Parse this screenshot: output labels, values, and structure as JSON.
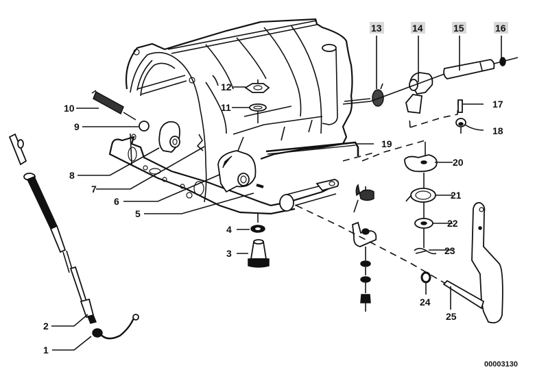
{
  "diagram": {
    "title": "Transmission gearshift linkage parts diagram",
    "image_code": "00003130",
    "callouts": [
      {
        "id": "1",
        "label": "1"
      },
      {
        "id": "2",
        "label": "2"
      },
      {
        "id": "3",
        "label": "3"
      },
      {
        "id": "4",
        "label": "4"
      },
      {
        "id": "5",
        "label": "5"
      },
      {
        "id": "6",
        "label": "6"
      },
      {
        "id": "7",
        "label": "7"
      },
      {
        "id": "8",
        "label": "8"
      },
      {
        "id": "9",
        "label": "9"
      },
      {
        "id": "10",
        "label": "10"
      },
      {
        "id": "11",
        "label": "11"
      },
      {
        "id": "12",
        "label": "12"
      },
      {
        "id": "13",
        "label": "13",
        "highlighted": true
      },
      {
        "id": "14",
        "label": "14",
        "highlighted": true
      },
      {
        "id": "15",
        "label": "15",
        "highlighted": true
      },
      {
        "id": "16",
        "label": "16",
        "highlighted": true
      },
      {
        "id": "17",
        "label": "17"
      },
      {
        "id": "18",
        "label": "18"
      },
      {
        "id": "19",
        "label": "19"
      },
      {
        "id": "20",
        "label": "20"
      },
      {
        "id": "21",
        "label": "21"
      },
      {
        "id": "22",
        "label": "22"
      },
      {
        "id": "23",
        "label": "23"
      },
      {
        "id": "24",
        "label": "24"
      },
      {
        "id": "25",
        "label": "25"
      }
    ]
  }
}
